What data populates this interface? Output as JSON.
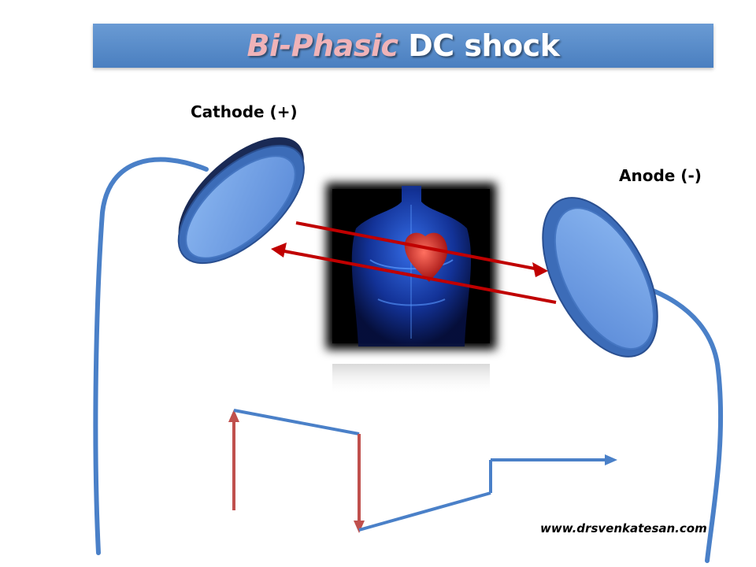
{
  "title": {
    "accent": "Bi-Phasic",
    "main": "DC shock"
  },
  "labels": {
    "cathode": "Cathode (+)",
    "anode": "Anode (-)"
  },
  "website": "www.drsvenkatesan.com",
  "colors": {
    "title_bar": "#5a8ccb",
    "paddle": "#6b9ee0",
    "wire": "#4a80c8",
    "current_arrow": "#c00000",
    "waveform_blue": "#4a80c8",
    "waveform_red": "#c0504d",
    "heart": "#e03030"
  }
}
